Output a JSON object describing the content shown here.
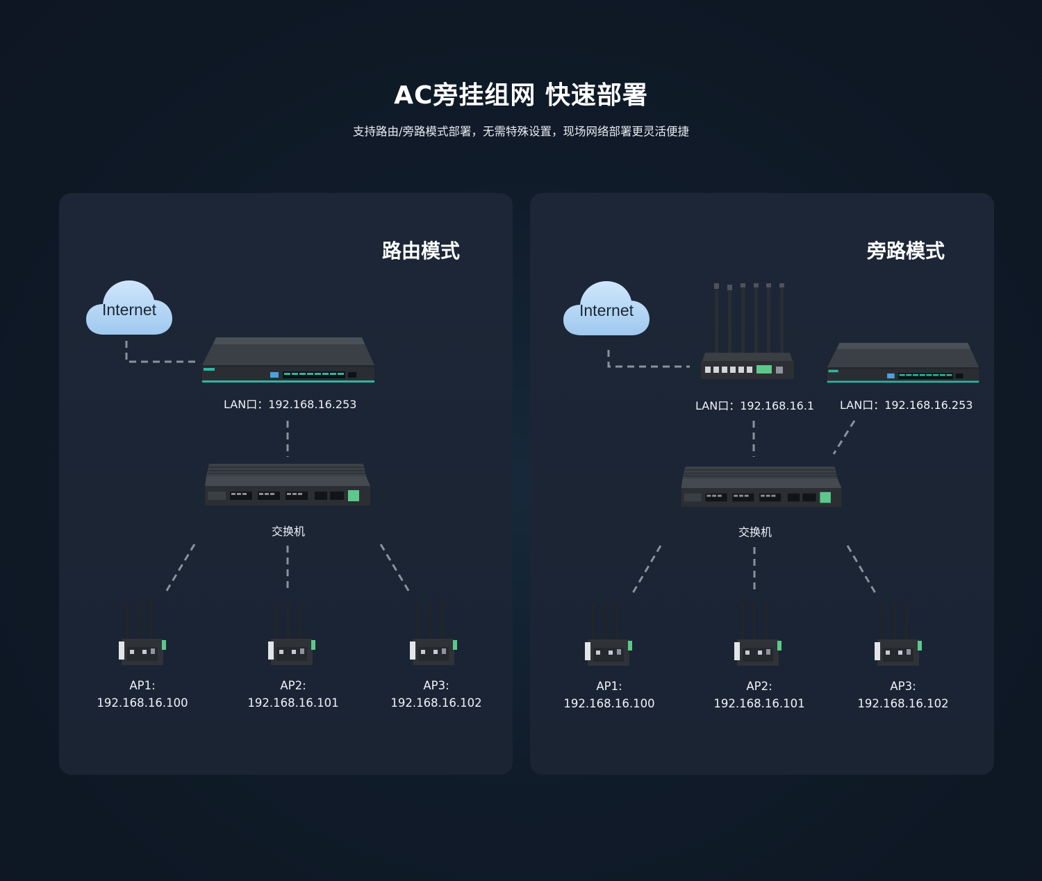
{
  "header": {
    "title": "AC旁挂组网 快速部署",
    "subtitle": "支持路由/旁路模式部署，无需特殊设置，现场网络部署更灵活便捷"
  },
  "panels": [
    {
      "title": "路由模式",
      "internet_label": "Internet",
      "ac_lan": "LAN口：192.168.16.253",
      "switch_label": "交换机",
      "aps": [
        {
          "name": "AP1:",
          "ip": "192.168.16.100"
        },
        {
          "name": "AP2:",
          "ip": "192.168.16.101"
        },
        {
          "name": "AP3:",
          "ip": "192.168.16.102"
        }
      ]
    },
    {
      "title": "旁路模式",
      "internet_label": "Internet",
      "router_lan": "LAN口：192.168.16.1",
      "ac_lan": "LAN口：192.168.16.253",
      "switch_label": "交换机",
      "aps": [
        {
          "name": "AP1:",
          "ip": "192.168.16.100"
        },
        {
          "name": "AP2:",
          "ip": "192.168.16.101"
        },
        {
          "name": "AP3:",
          "ip": "192.168.16.102"
        }
      ]
    }
  ]
}
